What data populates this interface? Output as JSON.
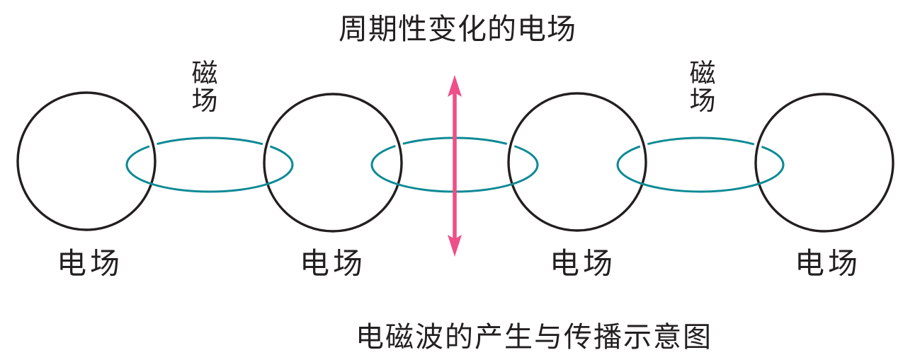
{
  "diagram": {
    "title": "周期性变化的电场",
    "caption": "电磁波的产生与传播示意图",
    "electric_fields": [
      {
        "label": "电场"
      },
      {
        "label": "电场"
      },
      {
        "label": "电场"
      },
      {
        "label": "电场"
      }
    ],
    "magnetic_fields": [
      {
        "label": "磁场"
      },
      {
        "label": "磁场"
      }
    ],
    "colors": {
      "outline": "#231f20",
      "magnetic_field": "#0e8a96",
      "arrow": "#ee4f86",
      "background": "#ffffff"
    }
  }
}
